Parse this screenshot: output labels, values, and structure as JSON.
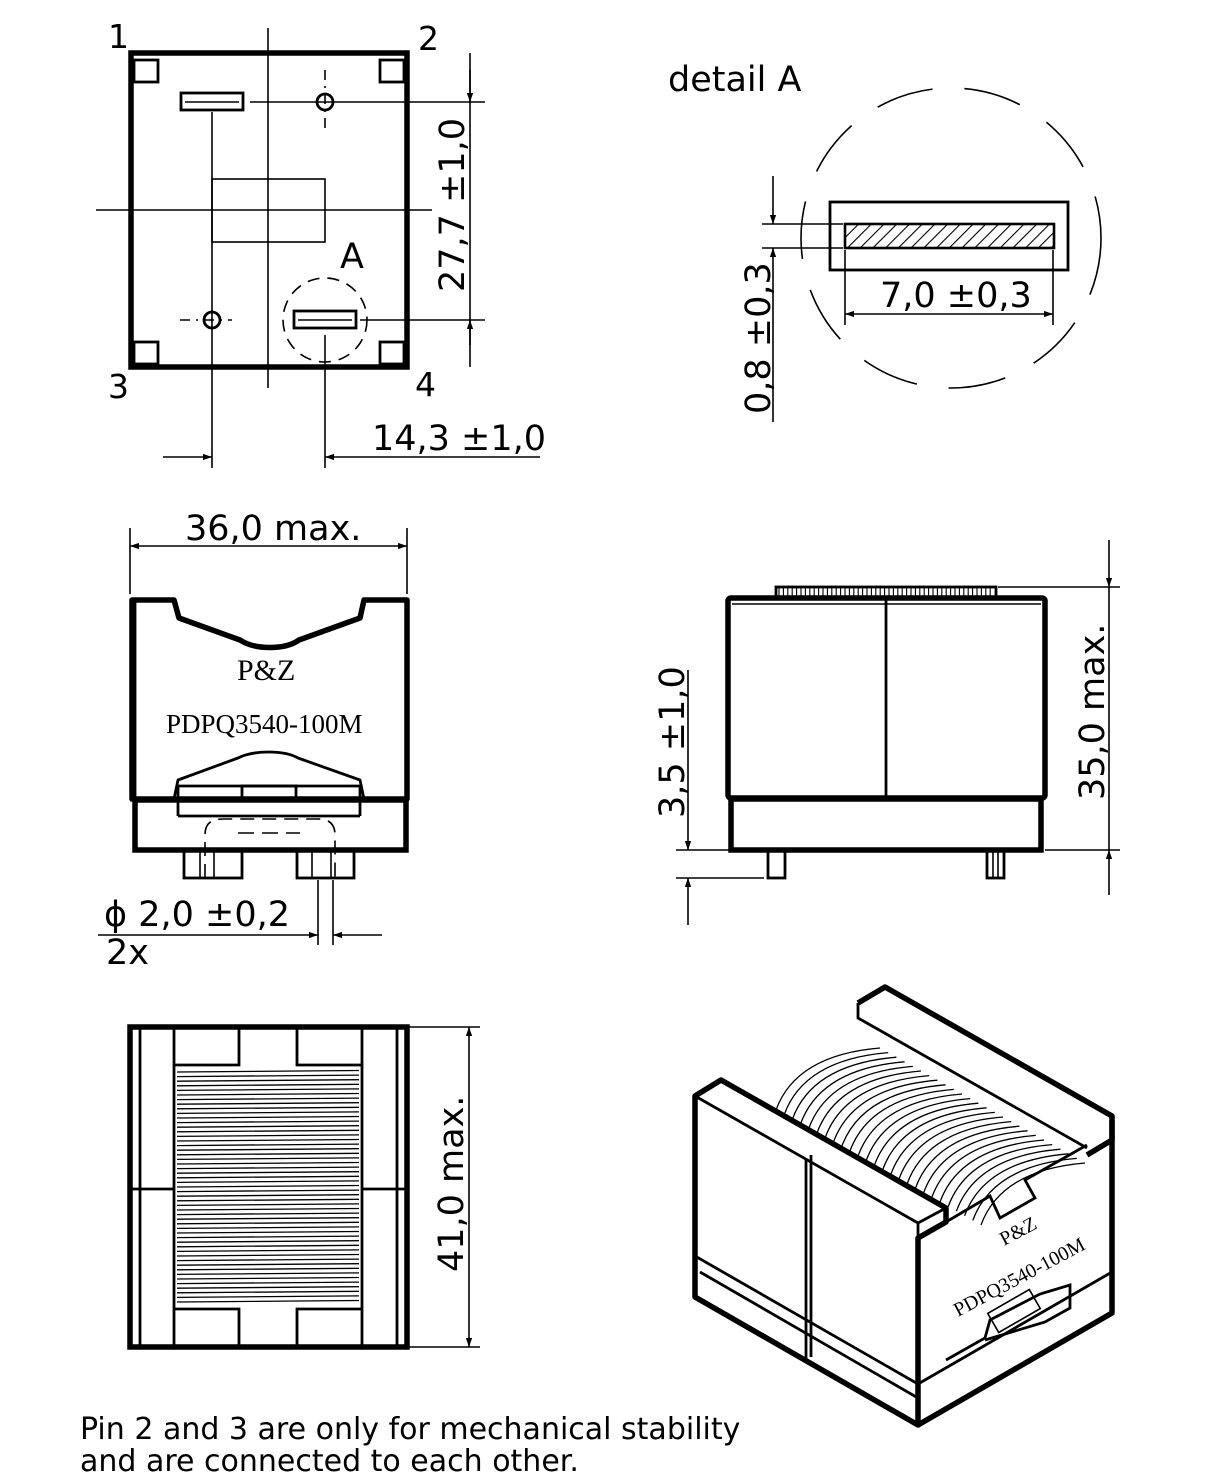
{
  "pins": {
    "p1": "1",
    "p2": "2",
    "p3": "3",
    "p4": "4"
  },
  "detail_marker": "A",
  "detail_title": "detail A",
  "dimensions": {
    "pitch_vertical": "27,7 ±1,0",
    "pitch_horizontal": "14,3 ±1,0",
    "pin_thickness": "0,8 ±0,3",
    "pin_width": "7,0 ±0,3",
    "width": "36,0  max.",
    "height": "35,0  max.",
    "standoff": "3,5 ±1,0",
    "depth": "41,0  max.",
    "pin_diameter": "ϕ  2,0 ±0,2",
    "pin_count": "2x"
  },
  "marking": {
    "brand": "P&Z",
    "part_number": "PDPQ3540-100M"
  },
  "note": {
    "line1": "Pin 2 and 3 are only for mechanical stability",
    "line2": "and are connected to each other."
  }
}
